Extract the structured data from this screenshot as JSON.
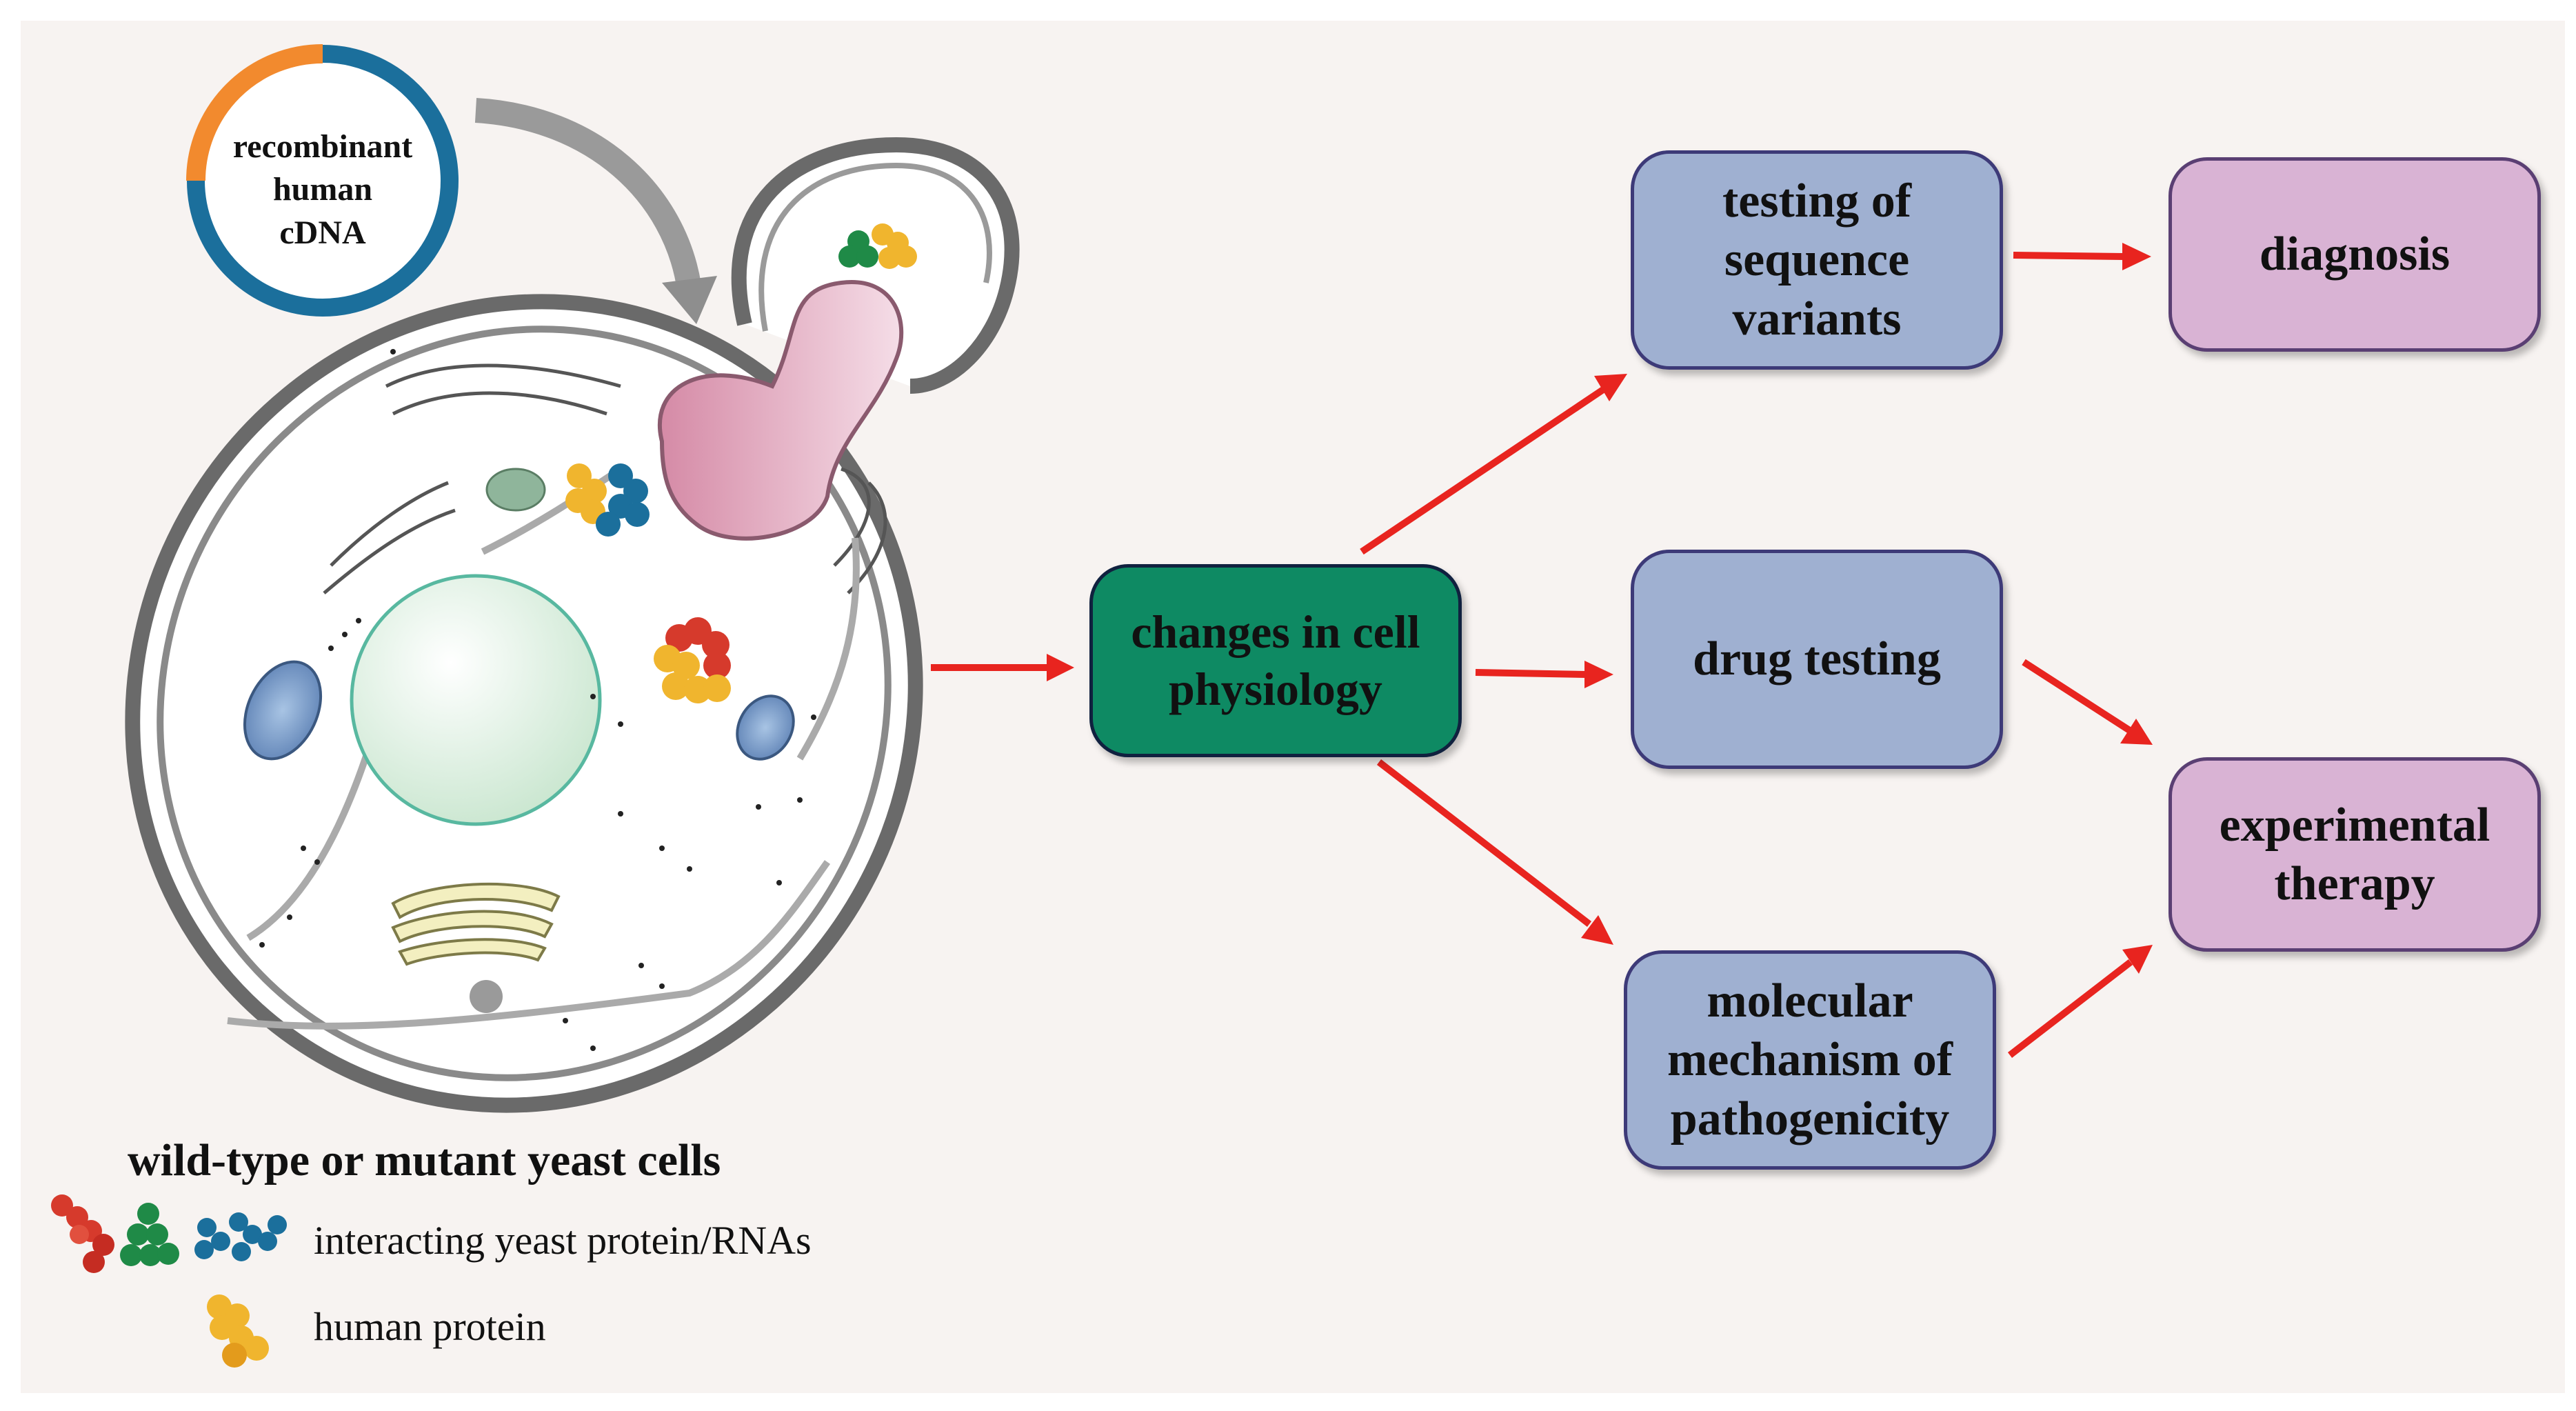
{
  "plasmid": {
    "label": "recombinant\nhuman\ncDNA"
  },
  "cell": {
    "caption": "wild-type or mutant yeast cells"
  },
  "legend": {
    "yeast_label": "interacting yeast protein/RNAs",
    "human_label": "human protein"
  },
  "nodes": {
    "changes": "changes in cell\nphysiology",
    "testing": "testing of\nsequence\nvariants",
    "drug": "drug testing",
    "molecular": "molecular\nmechanism of\npathogenicity",
    "diagnosis": "diagnosis",
    "therapy": "experimental\ntherapy"
  },
  "colors": {
    "arrow": "#e8241f",
    "blue_box": "#9fb0d1",
    "pink_box": "#d9b3d4",
    "green_box": "#0e8a63",
    "plasmid_orange": "#f28a2e",
    "plasmid_blue": "#1b6f9c"
  }
}
